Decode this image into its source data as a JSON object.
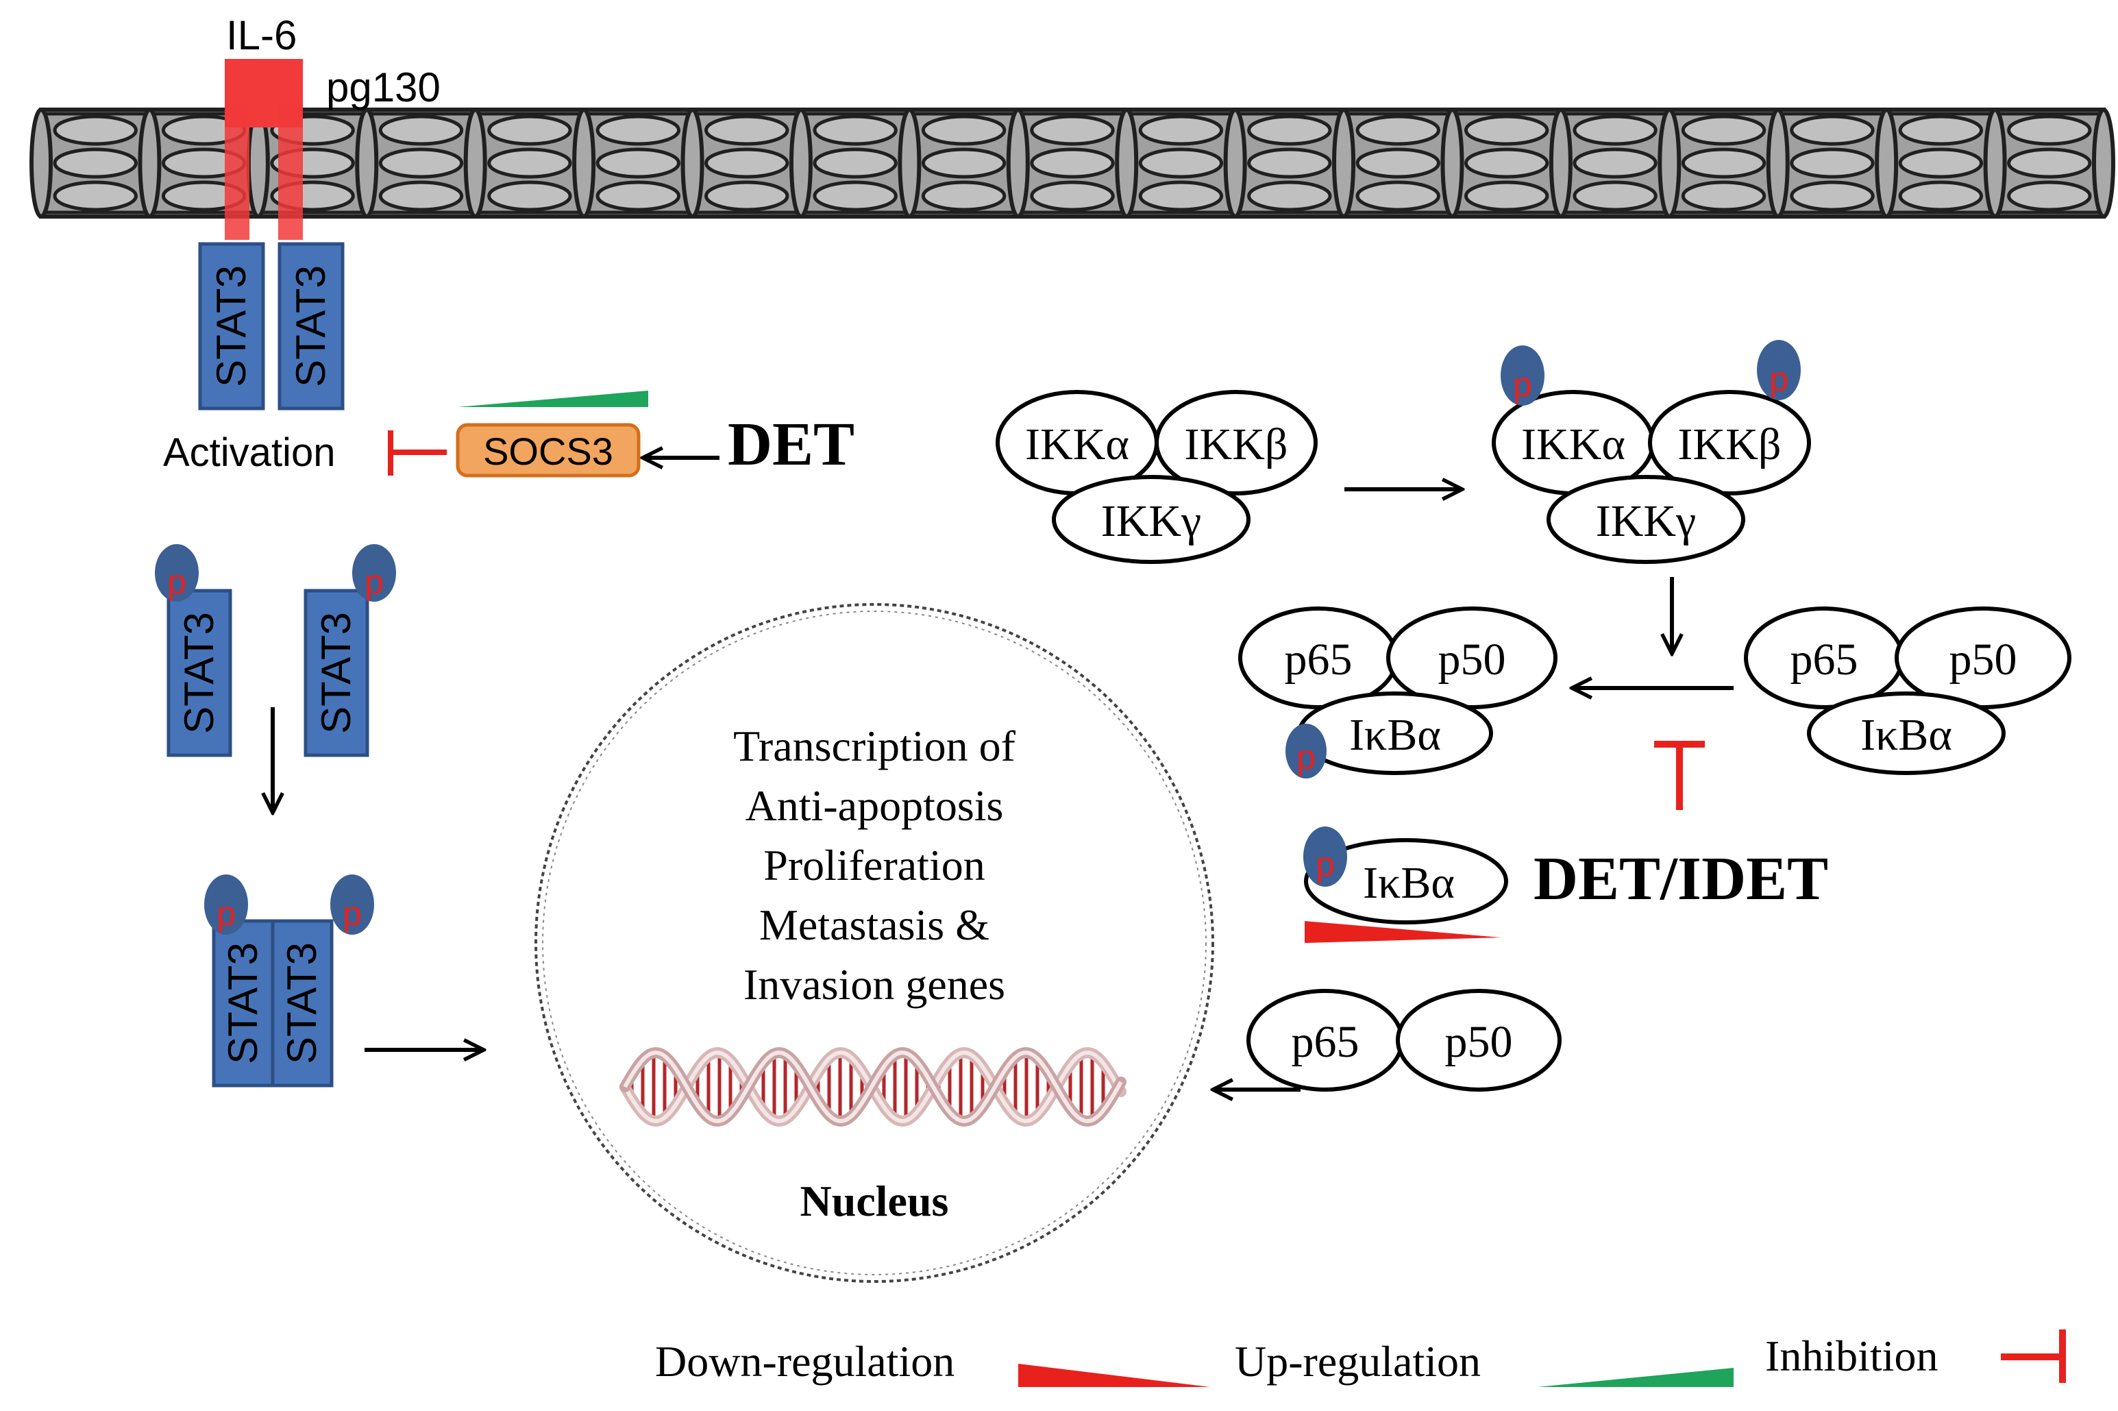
{
  "labels": {
    "il6": "IL-6",
    "pg130": "pg130",
    "stat3": "STAT3",
    "activation": "Activation",
    "socs3": "SOCS3",
    "det": "DET",
    "det_idet": "DET/IDET",
    "p": "p",
    "ikk_alpha": "IKKα",
    "ikk_beta": "IKKβ",
    "ikk_gamma": "IKKγ",
    "p65": "p65",
    "p50": "p50",
    "ikba": "IκBα",
    "nucleus": "Nucleus"
  },
  "nucleus_text": [
    "Transcription  of",
    "Anti-apoptosis",
    "Proliferation",
    "Metastasis &",
    "Invasion genes"
  ],
  "legend": {
    "down": "Down-regulation",
    "up": "Up-regulation",
    "inhibition": "Inhibition"
  },
  "colors": {
    "down": "#e8211d",
    "up": "#1ea45b",
    "inhibition": "#e8211d",
    "stat3": "#4774b8",
    "socs3": "#f2a55e",
    "il6": "#f23a3a"
  }
}
